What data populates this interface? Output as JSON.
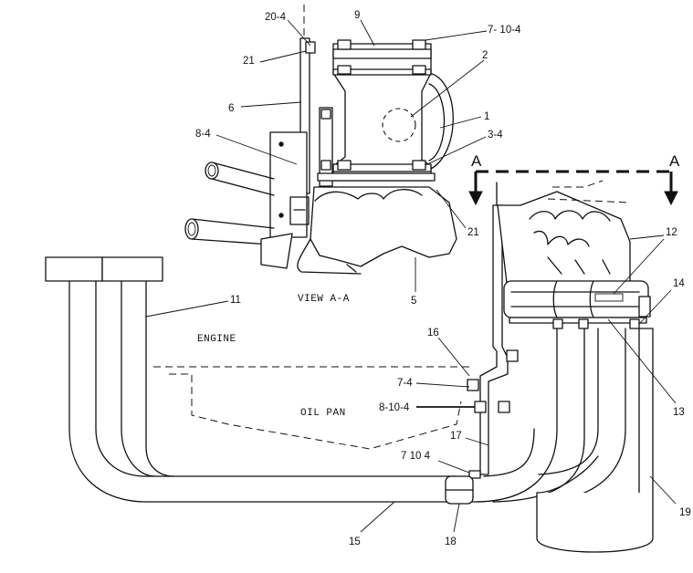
{
  "captions": {
    "view": "VIEW A-A",
    "engine": "ENGINE",
    "oil_pan": "OIL PAN"
  },
  "section_marks": [
    "A",
    "A"
  ],
  "callouts": {
    "c20_4": "20-4",
    "c9": "9",
    "c7_10_4_top": "7- 10-4",
    "c2": "2",
    "c21_top": "21",
    "c6": "6",
    "c1": "1",
    "c8_4": "8-4",
    "c3_4": "3-4",
    "c21_bot": "21",
    "c12": "12",
    "c5": "5",
    "c11": "11",
    "c14": "14",
    "c16": "16",
    "c7_4": "7-4",
    "c8_10_4": "8-10-4",
    "c13": "13",
    "c17": "17",
    "c7_10_4_bot": "7  10 4",
    "c19": "19",
    "c15": "15",
    "c18": "18"
  }
}
